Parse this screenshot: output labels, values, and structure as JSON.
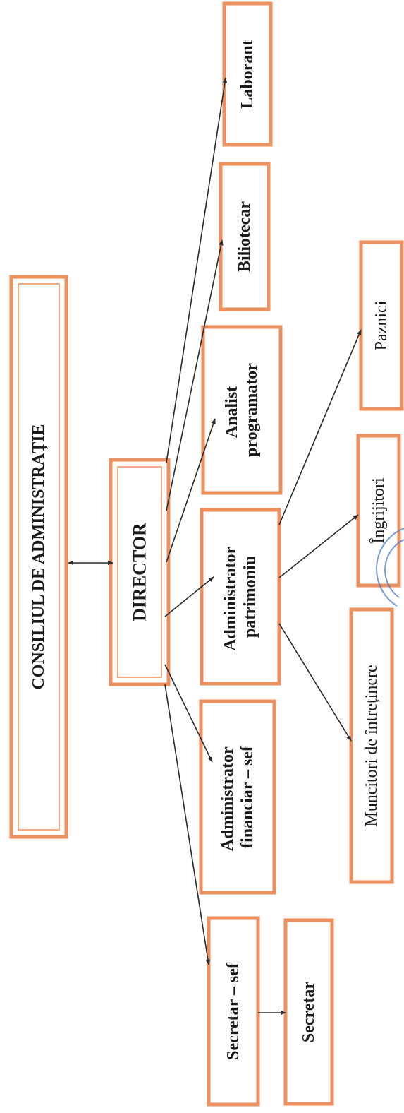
{
  "diagram": {
    "nodes": {
      "council": "CONSILIUL DE ADMINISTRAȚIE",
      "director": "DIRECTOR",
      "laborant": "Laborant",
      "bibliotecar": "Biliotecar",
      "analist_line1": "Analist",
      "analist_line2": "programator",
      "admin_patrimoniu_line1": "Administrator",
      "admin_patrimoniu_line2": "patrimoniu",
      "admin_financiar_line1": "Administrator",
      "admin_financiar_line2": "financiar – sef",
      "secretar_sef": "Secretar – sef",
      "secretar": "Secretar",
      "paznici": "Paznici",
      "ingrijitori": "Îngrijitori",
      "muncitori": "Muncitori de întreținere"
    },
    "edges": [
      {
        "from": "council",
        "to": "director",
        "type": "bidirectional"
      },
      {
        "from": "director",
        "to": "laborant"
      },
      {
        "from": "director",
        "to": "bibliotecar"
      },
      {
        "from": "director",
        "to": "analist"
      },
      {
        "from": "director",
        "to": "admin_patrimoniu"
      },
      {
        "from": "director",
        "to": "admin_financiar"
      },
      {
        "from": "director",
        "to": "secretar_sef"
      },
      {
        "from": "secretar_sef",
        "to": "secretar"
      },
      {
        "from": "admin_patrimoniu",
        "to": "paznici"
      },
      {
        "from": "admin_patrimoniu",
        "to": "ingrijitori"
      },
      {
        "from": "admin_patrimoniu",
        "to": "muncitori"
      }
    ]
  },
  "stamp": {
    "color": "#4a78d4"
  },
  "colors": {
    "box_border": "#ee8f5f",
    "text": "#1a1a1a",
    "arrow": "#2a2a2a"
  }
}
